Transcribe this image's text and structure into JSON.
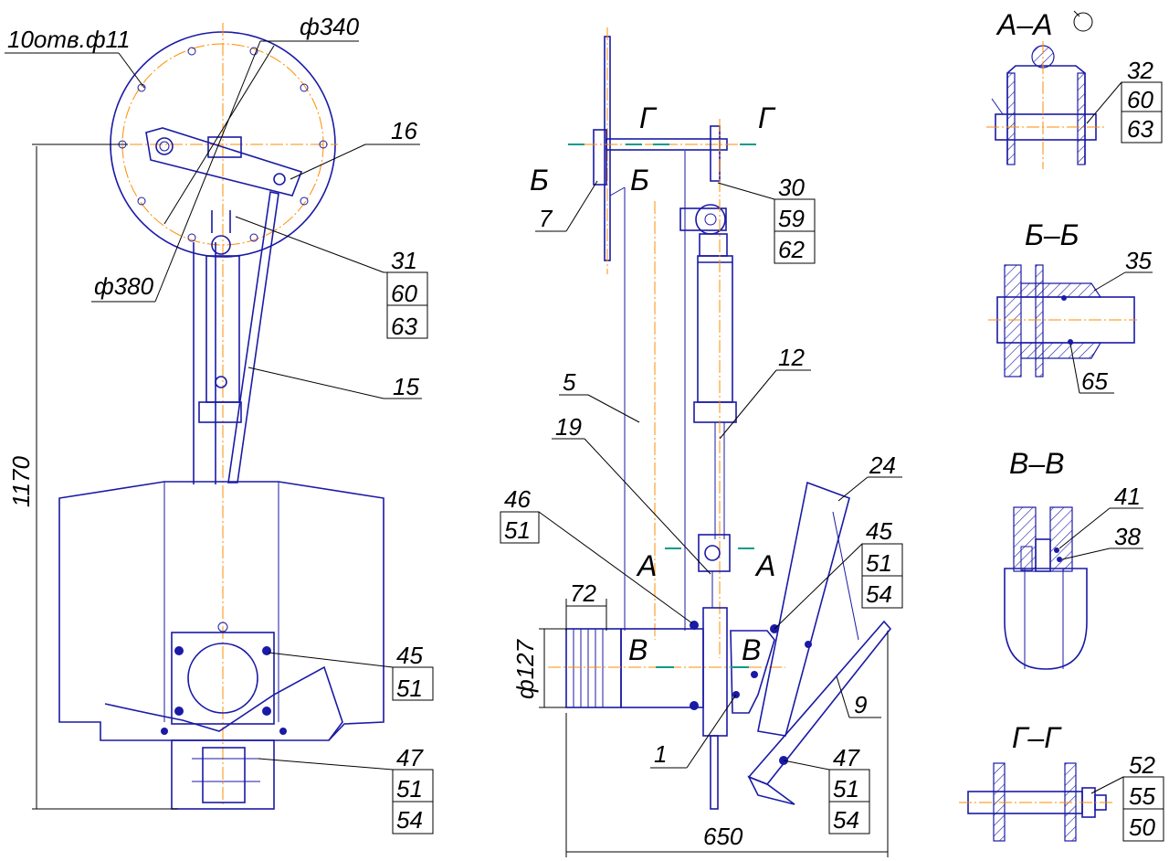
{
  "left_view": {
    "holes_note": "10отв.ф11",
    "dia_340": "ф340",
    "dia_380": "ф380",
    "height_dim": "1170",
    "callouts": {
      "c16": [
        "16"
      ],
      "c31": [
        "31",
        "60",
        "63"
      ],
      "c15": [
        "15"
      ],
      "c45": [
        "45",
        "51"
      ],
      "c47": [
        "47",
        "51",
        "54"
      ]
    }
  },
  "middle_view": {
    "dim_72": "72",
    "dim_127": "ф127",
    "dim_650": "650",
    "cut_marks": {
      "b": "Б",
      "g": "Г",
      "a": "А",
      "v": "В"
    },
    "callouts": {
      "c7": [
        "7"
      ],
      "c30": [
        "30",
        "59",
        "62"
      ],
      "c5": [
        "5"
      ],
      "c12": [
        "12"
      ],
      "c19": [
        "19"
      ],
      "c46": [
        "46",
        "51"
      ],
      "c24": [
        "24"
      ],
      "c45": [
        "45",
        "51",
        "54"
      ],
      "c9": [
        "9"
      ],
      "c1": [
        "1"
      ],
      "c47": [
        "47",
        "51",
        "54"
      ]
    }
  },
  "sections": {
    "aa": {
      "title": "А–А",
      "callout": [
        "32",
        "60",
        "63"
      ]
    },
    "bb": {
      "title": "Б–Б",
      "callout_top": [
        "35"
      ],
      "callout_bottom": [
        "65"
      ]
    },
    "vv": {
      "title": "В–В",
      "callout_a": [
        "41"
      ],
      "callout_b": [
        "38"
      ]
    },
    "gg": {
      "title": "Г–Г",
      "callout": [
        "52",
        "55",
        "50"
      ]
    }
  }
}
